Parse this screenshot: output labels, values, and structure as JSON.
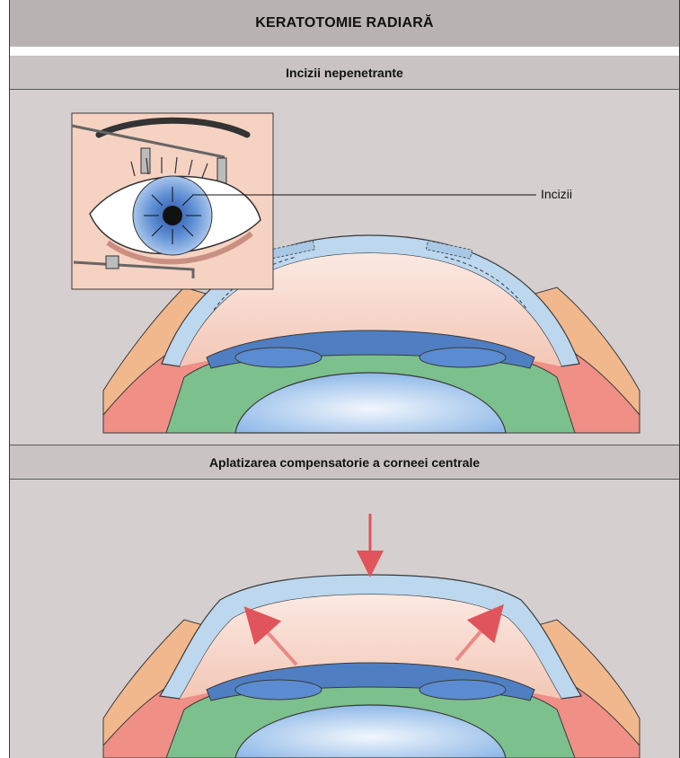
{
  "title": "KERATOTOMIE RADIARĂ",
  "sections": [
    {
      "header": "Incizii nepenetrante",
      "callout": "Incizii"
    },
    {
      "header": "Aplatizarea compensatorie a corneei centrale"
    }
  ],
  "colors": {
    "panel_bg": "#d5cfcf",
    "header_bg": "#b8b2b2",
    "cornea": "#bcd7ee",
    "anterior_chamber": "#f7d6c7",
    "iris": "#4f7fc2",
    "ciliary": "#7cc08e",
    "sclera_outer": "#f2b88d",
    "conjunctiva": "#ef8f86",
    "lens": "#9fc6ee",
    "arrow": "#e0555b"
  }
}
